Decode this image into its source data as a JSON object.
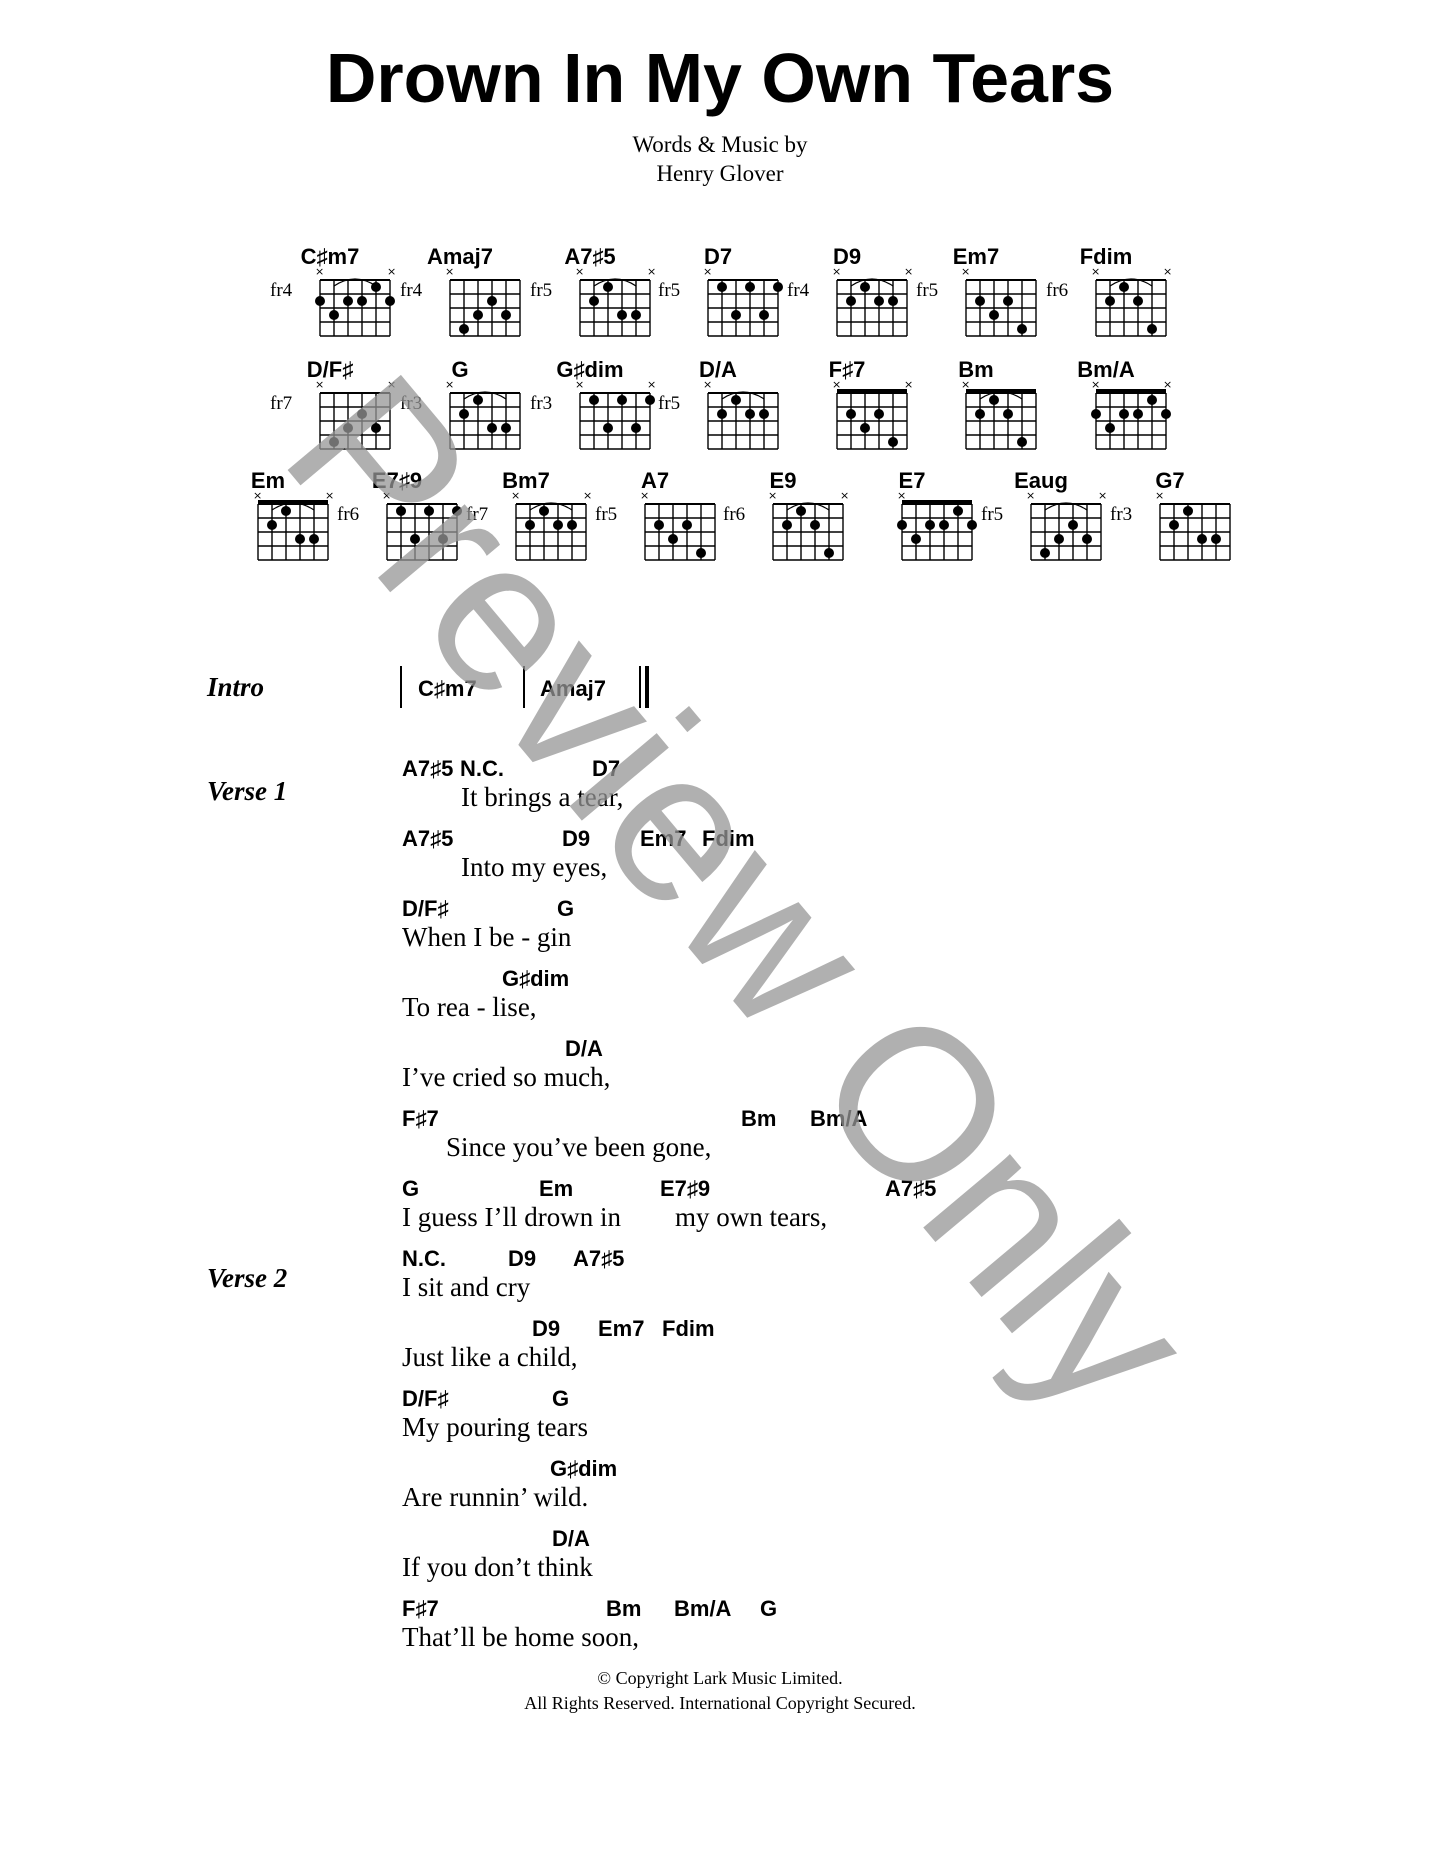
{
  "song": {
    "title": "Drown In My Own Tears",
    "credit_line1": "Words & Music by",
    "credit_line2": "Henry Glover"
  },
  "chord_diagrams": {
    "row1": [
      {
        "name": "C♯m7",
        "fret": "fr4"
      },
      {
        "name": "Amaj7",
        "fret": "fr4"
      },
      {
        "name": "A7♯5",
        "fret": "fr5"
      },
      {
        "name": "D7",
        "fret": "fr5"
      },
      {
        "name": "D9",
        "fret": "fr4"
      },
      {
        "name": "Em7",
        "fret": "fr5"
      },
      {
        "name": "Fdim",
        "fret": "fr6"
      }
    ],
    "row2": [
      {
        "name": "D/F♯",
        "fret": "fr7"
      },
      {
        "name": "G",
        "fret": "fr3"
      },
      {
        "name": "G♯dim",
        "fret": "fr3"
      },
      {
        "name": "D/A",
        "fret": "fr5"
      },
      {
        "name": "F♯7",
        "fret": ""
      },
      {
        "name": "Bm",
        "fret": ""
      },
      {
        "name": "Bm/A",
        "fret": ""
      }
    ],
    "row3": [
      {
        "name": "Em",
        "fret": ""
      },
      {
        "name": "E7♯9",
        "fret": "fr6"
      },
      {
        "name": "Bm7",
        "fret": "fr7"
      },
      {
        "name": "A7",
        "fret": "fr5"
      },
      {
        "name": "E9",
        "fret": "fr6"
      },
      {
        "name": "E7",
        "fret": ""
      },
      {
        "name": "Eaug",
        "fret": "fr5"
      },
      {
        "name": "G7",
        "fret": "fr3"
      }
    ]
  },
  "intro": {
    "label": "Intro",
    "chord1": "C♯m7",
    "chord2": "Amaj7"
  },
  "verse1": {
    "label": "Verse 1",
    "lines": [
      {
        "chords": [
          "A7♯5",
          "N.C.",
          "D7"
        ],
        "lyric": "It brings a tear,"
      },
      {
        "chords": [
          "A7♯5",
          "D9",
          "Em7",
          "Fdim"
        ],
        "lyric": "Into my eyes,"
      },
      {
        "chords": [
          "D/F♯",
          "G"
        ],
        "lyric": "When I be - gin"
      },
      {
        "chords": [
          "G♯dim"
        ],
        "lyric": "To rea - lise,"
      },
      {
        "chords": [
          "D/A"
        ],
        "lyric": "I’ve cried so much,"
      },
      {
        "chords": [
          "F♯7",
          "Bm",
          "Bm/A"
        ],
        "lyric": "Since you’ve been gone,"
      },
      {
        "chords": [
          "G",
          "Em",
          "E7♯9",
          "A7♯5"
        ],
        "lyric": "I guess I’ll drown in        my own tears,"
      }
    ]
  },
  "verse2": {
    "label": "Verse 2",
    "lines": [
      {
        "chords": [
          "N.C.",
          "D9",
          "A7♯5"
        ],
        "lyric": "I sit and cry"
      },
      {
        "chords": [
          "D9",
          "Em7",
          "Fdim"
        ],
        "lyric": "Just like a child,"
      },
      {
        "chords": [
          "D/F♯",
          "G"
        ],
        "lyric": "My pouring tears"
      },
      {
        "chords": [
          "G♯dim"
        ],
        "lyric": "Are runnin’ wild."
      },
      {
        "chords": [
          "D/A"
        ],
        "lyric": "If you don’t think"
      },
      {
        "chords": [
          "F♯7",
          "Bm",
          "Bm/A",
          "G"
        ],
        "lyric": "That’ll be home soon,"
      }
    ]
  },
  "footer": {
    "line1": "© Copyright Lark Music Limited.",
    "line2": "All Rights Reserved. International Copyright Secured."
  },
  "watermark": "Preview Only"
}
